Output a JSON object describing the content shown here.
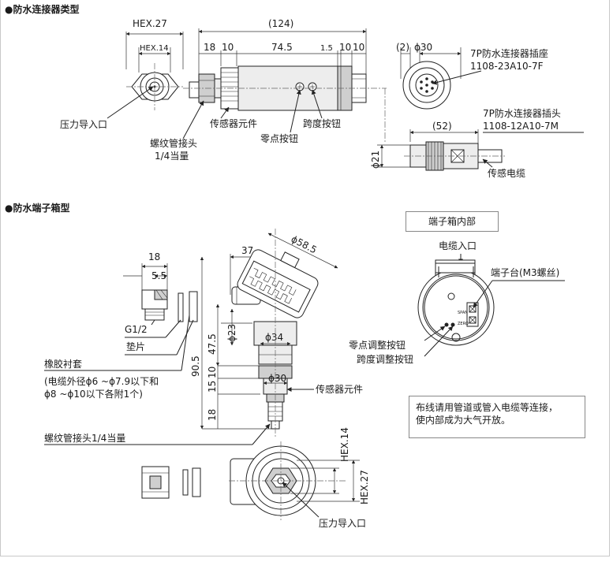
{
  "sections": {
    "connector_title": "●防水连接器类型",
    "terminal_title": "●防水端子箱型"
  },
  "connector": {
    "hex27": "HEX.27",
    "hex14": "HEX.14",
    "overall": "(124)",
    "d18": "18",
    "d10a": "10",
    "d745": "74.5",
    "d15": "1.5",
    "d10b": "10",
    "d10c": "10",
    "paren2": "(2)",
    "phi30": "ϕ30",
    "paren52": "(52)",
    "phi21": "ϕ21",
    "socket_l1": "7P防水连接器插座",
    "socket_l2": "1108-23A10-7F",
    "plug_l1": "7P防水连接器插头",
    "plug_l2": "1108-12A10-7M",
    "pressure_inlet": "压力导入口",
    "sensor": "传感器元件",
    "span_btn": "跨度按钮",
    "zero_btn": "零点按钮",
    "thread_l1": "螺纹管接头",
    "thread_l2": "1/4当量",
    "cable": "传感电缆"
  },
  "terminal": {
    "d18": "18",
    "d55": "5.5",
    "g12": "G1/2",
    "gasket": "垫片",
    "rubber": "橡胶衬套",
    "cable_spec_l1": "(电缆外径ϕ6 ~ϕ7.9以下和",
    "cable_spec_l2": "ϕ8 ~ϕ10以下各附1个)",
    "d37": "37",
    "phi585": "ϕ58.5",
    "phi23": "ϕ23",
    "d475": "47.5",
    "phi34": "ϕ34",
    "d905": "90.5",
    "d10": "10",
    "d15": "15",
    "phi30": "ϕ30",
    "d18b": "18",
    "sensor": "传感器元件",
    "thread": "螺纹管接头1/4当量",
    "hex14": "HEX.14",
    "hex27": "HEX.27",
    "pressure_inlet": "压力导入口"
  },
  "inner": {
    "box_title": "端子箱内部",
    "cable_inlet": "电缆入口",
    "terminal_block": "端子台(M3螺丝)",
    "zero_adj": "零点调整按钮",
    "span_adj": "跨度调整按钮",
    "mark_span": "SPAN",
    "mark_zero": "ZERO"
  },
  "note": {
    "line1": "布线请用管道或管入电缆等连接，",
    "line2": "使内部成为大气开放。"
  }
}
